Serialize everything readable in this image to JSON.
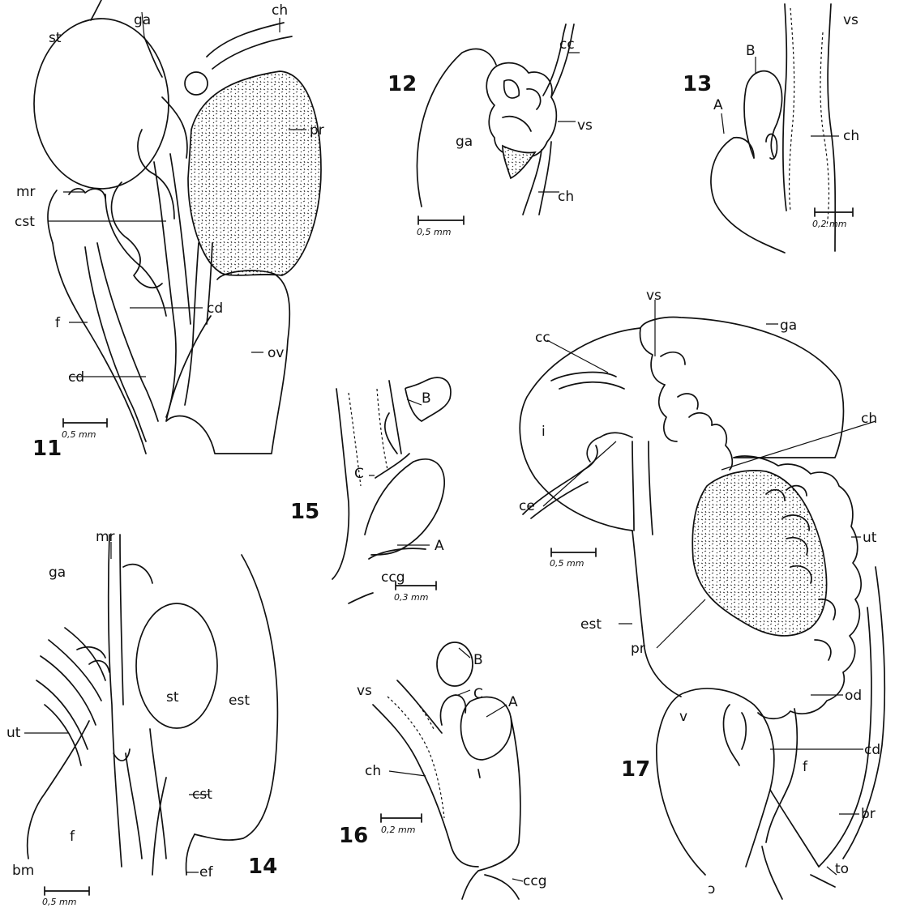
{
  "figures": {
    "fig11": {
      "number": "11",
      "scale": "0,5 mm",
      "labels": {
        "st": "st",
        "ga": "ga",
        "ch": "ch",
        "pr": "pr",
        "mr": "mr",
        "cst": "cst",
        "cd1": "cd",
        "f": "f",
        "cd2": "cd",
        "ov": "ov"
      }
    },
    "fig12": {
      "number": "12",
      "scale": "0,5 mm",
      "labels": {
        "cc": "cc",
        "ga": "ga",
        "vs": "vs",
        "ch": "ch"
      }
    },
    "fig13": {
      "number": "13",
      "scale": "0,2 mm",
      "labels": {
        "vs": "vs",
        "B": "B",
        "A": "A",
        "ch": "ch"
      }
    },
    "fig14": {
      "number": "14",
      "scale": "0,5 mm",
      "labels": {
        "mr": "mr",
        "ga": "ga",
        "st": "st",
        "est": "est",
        "ut": "ut",
        "cst": "cst",
        "f": "f",
        "bm": "bm",
        "ef": "ef"
      }
    },
    "fig15": {
      "number": "15",
      "scale": "0,3 mm",
      "labels": {
        "B": "B",
        "C": "C",
        "A": "A",
        "ccg": "ccg"
      }
    },
    "fig16": {
      "number": "16",
      "scale": "0,2 mm",
      "labels": {
        "vs": "vs",
        "B": "B",
        "C": "C",
        "A": "A",
        "ch": "ch",
        "ccg": "ccg"
      }
    },
    "fig17": {
      "number": "17",
      "scale": "0,5 mm",
      "labels": {
        "vs": "vs",
        "cc": "cc",
        "ga": "ga",
        "i": "i",
        "ch": "ch",
        "ce": "ce",
        "ut": "ut",
        "est": "est",
        "pr": "pr",
        "od": "od",
        "v": "v",
        "cd": "cd",
        "f": "f",
        "br": "br",
        "to": "to"
      }
    }
  },
  "page_mark": "ɔ"
}
